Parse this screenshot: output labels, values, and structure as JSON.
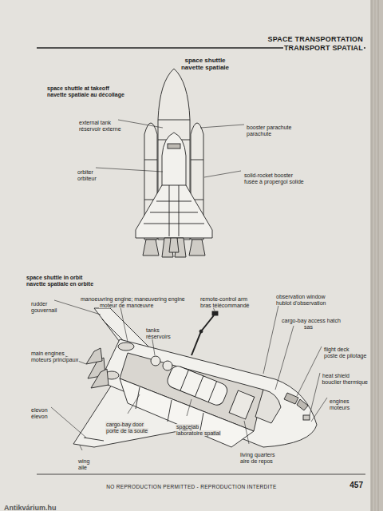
{
  "diagram": {
    "title": "SPACE TRANSPORTATION",
    "labels": [
      "TRANSPORT SPATIAL",
      "space shuttle",
      "navette spatiale",
      "space shuttle at takeoff",
      "navette spatiale au décollage",
      "external tank",
      "réservoir externe",
      "booster parachute",
      "parachute",
      "orbiter",
      "orbiteur",
      "solid-rocket booster",
      "fusée à propergol solide",
      "space shuttle in orbit",
      "navette spatiale en orbite",
      "rudder",
      "gouvernail",
      "manoeuvring engine; maneuvering engine",
      "moteur de manœuvre",
      "remote-control arm",
      "bras télécommandé",
      "observation window",
      "hublot d'observation",
      "tanks",
      "réservoirs",
      "cargo-bay access hatch",
      "sas",
      "flight deck",
      "poste de pilotage",
      "main engines",
      "moteurs principaux",
      "heat shield",
      "bouclier thermique",
      "engines",
      "moteurs",
      "elevon",
      "élevon",
      "cargo-bay door",
      "porte de la soute",
      "spacelab",
      "laboratoire spatial",
      "wing",
      "aile",
      "living quarters",
      "aire de repos",
      "NO REPRODUCTION PERMITTED - REPRODUCTION INTERDITE",
      "457",
      "Antikvárium.hu"
    ]
  }
}
